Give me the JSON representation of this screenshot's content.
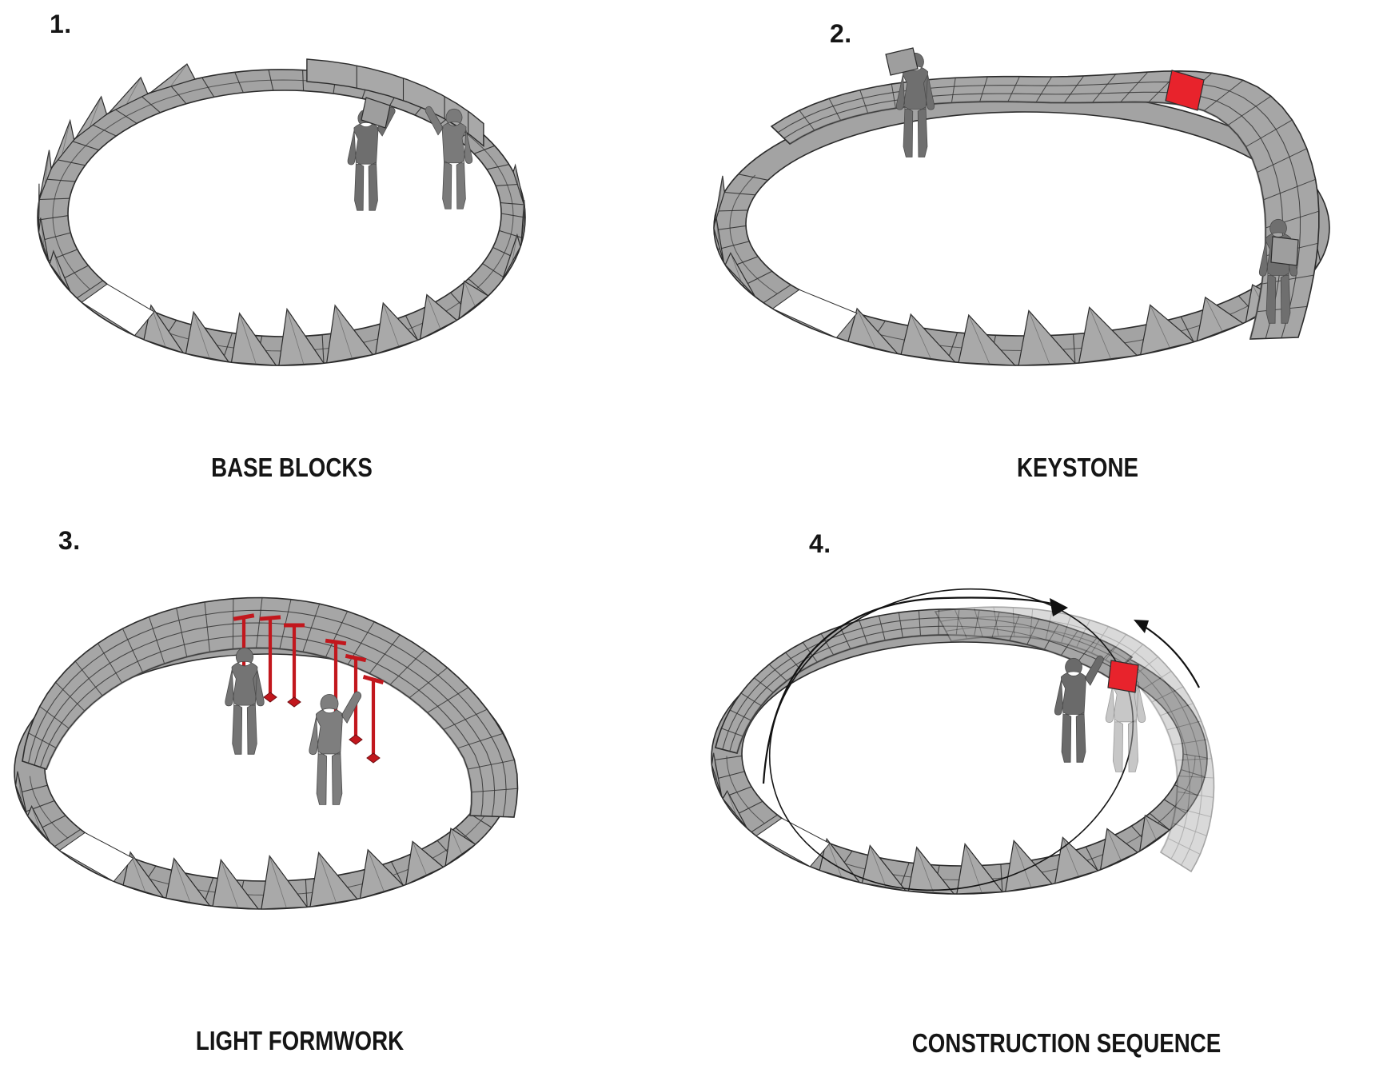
{
  "panels": [
    {
      "number": "1.",
      "caption": "BASE BLOCKS"
    },
    {
      "number": "2.",
      "caption": "KEYSTONE"
    },
    {
      "number": "3.",
      "caption": "LIGHT FORMWORK"
    },
    {
      "number": "4.",
      "caption": "CONSTRUCTION SEQUENCE"
    }
  ],
  "colors": {
    "background": "#ffffff",
    "text": "#151515",
    "outline": "#2b2b2b",
    "block_gray": "#a3a3a3",
    "block_gray_light": "#a9a9a9",
    "dome_gray": "#a6a6a6",
    "keystone_red": "#e8232c",
    "formwork_red": "#c2171d",
    "figure_gray": "#737373",
    "arrow_black": "#111111"
  }
}
